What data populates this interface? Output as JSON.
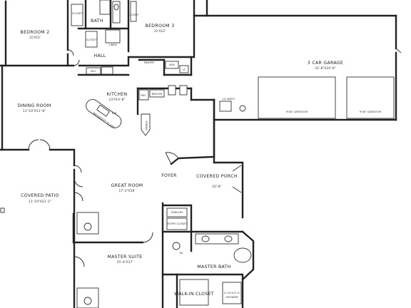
{
  "rooms": {
    "bedroom2": {
      "label": "BEDROOM 2",
      "size": "11'X11'"
    },
    "bedroom3": {
      "label": "BEDROOM 3",
      "size": "11'X12'"
    },
    "bath": {
      "label": "BATH"
    },
    "linen": {
      "label": "LINEN"
    },
    "hall": {
      "label": "HALL"
    },
    "pantry": {
      "label": "PANTRY"
    },
    "dining": {
      "label": "DINING ROOM",
      "size": "11'-10\"X11'-8\""
    },
    "kitchen": {
      "label": "KITCHEN",
      "size": "13'X14'-8\""
    },
    "garage": {
      "label": "3 CAR GARAGE",
      "size": "31'-8\"X24'-8\""
    },
    "half_bath": {
      "label": "1/2 BATH"
    },
    "foyer": {
      "label": "FOYER"
    },
    "great_room": {
      "label": "GREAT ROOM",
      "size": "17'-2\"X19'"
    },
    "covered_porch": {
      "label": "COVERED PORCH",
      "size": "10'-8\""
    },
    "covered_patio": {
      "label": "COVERED PATIO",
      "size": "11'-10\"X21'-1\""
    },
    "shelves": {
      "label": "SHELVES"
    },
    "entry_closet": {
      "label": "ENTRY CLOSET"
    },
    "master_suite": {
      "label": "MASTER SUITE",
      "size": "15'-4\"X17'"
    },
    "master_bath": {
      "label": "MASTER BATH"
    },
    "walkin_closet": {
      "label": "WALK-IN CLOSET"
    },
    "shower": {
      "label": "SHOWER",
      "size": "4'-10\"X4'-4\""
    }
  },
  "fixtures": {
    "closet_a": "CLOSET",
    "closet_b": "CLOSET",
    "closet_c": "CLOSET",
    "wc": "W/C",
    "ref": "REF",
    "broom": "BROOM",
    "island": "BREAKFAST ISLAND",
    "dw": "DW",
    "ovens": "OVENS",
    "wd": "W/D",
    "lt": "LT",
    "sk": "SK"
  },
  "garage_doors": {
    "left": "9'X8' GARDOOR",
    "right": "9'X8' GARDOOR"
  }
}
